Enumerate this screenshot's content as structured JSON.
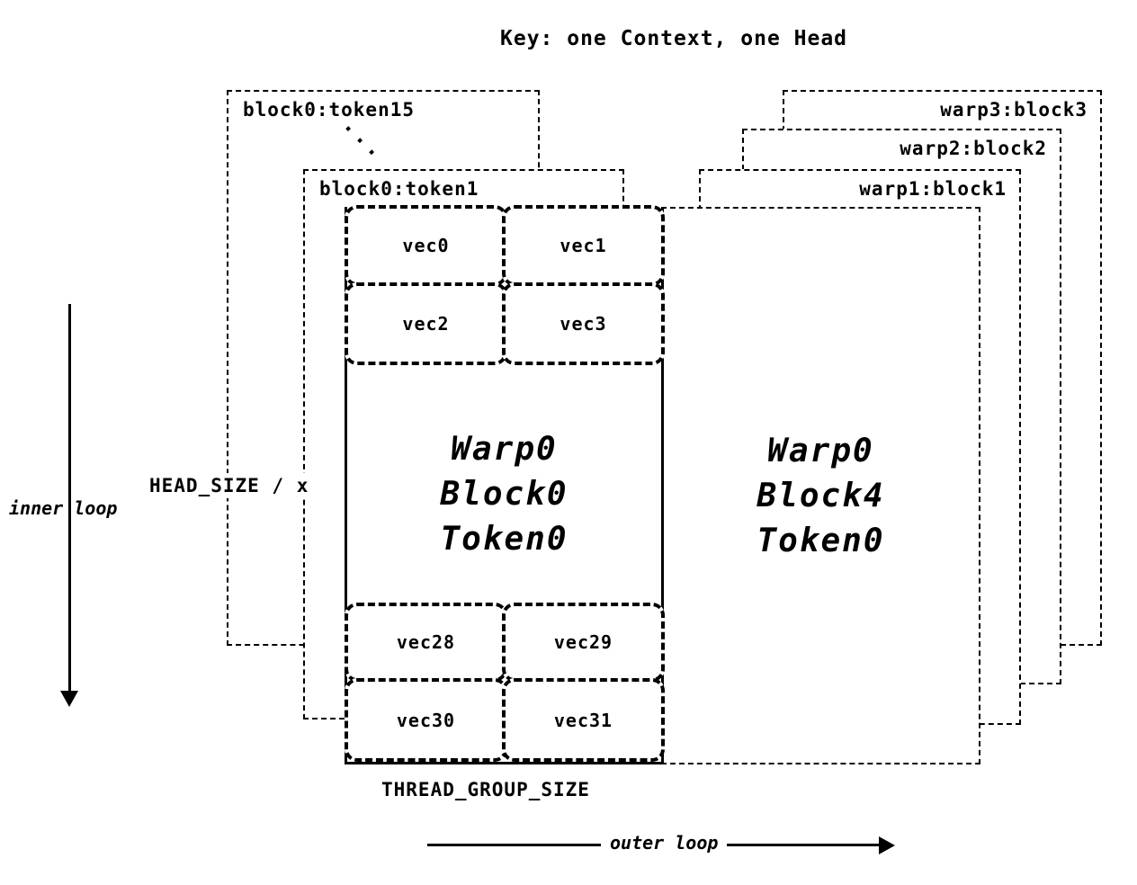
{
  "title": "Key: one Context, one Head",
  "left_stack": {
    "back_label": "block0:token15",
    "ellipsis": "...",
    "mid_label": "block0:token1"
  },
  "right_stack": {
    "warp3_label": "warp3:block3",
    "warp2_label": "warp2:block2",
    "warp1_label": "warp1:block1"
  },
  "block0": {
    "vecs_top": [
      "vec0",
      "vec1",
      "vec2",
      "vec3"
    ],
    "lines": [
      "Warp0",
      "Block0",
      "Token0"
    ],
    "vecs_bottom": [
      "vec28",
      "vec29",
      "vec30",
      "vec31"
    ]
  },
  "block4": {
    "lines": [
      "Warp0",
      "Block4",
      "Token0"
    ]
  },
  "annotations": {
    "head_size": "HEAD_SIZE / x",
    "inner_loop": "inner loop",
    "thread_group_size": "THREAD_GROUP_SIZE",
    "outer_loop": "outer loop"
  },
  "colors": {
    "ink": "#000000",
    "background": "#ffffff"
  }
}
